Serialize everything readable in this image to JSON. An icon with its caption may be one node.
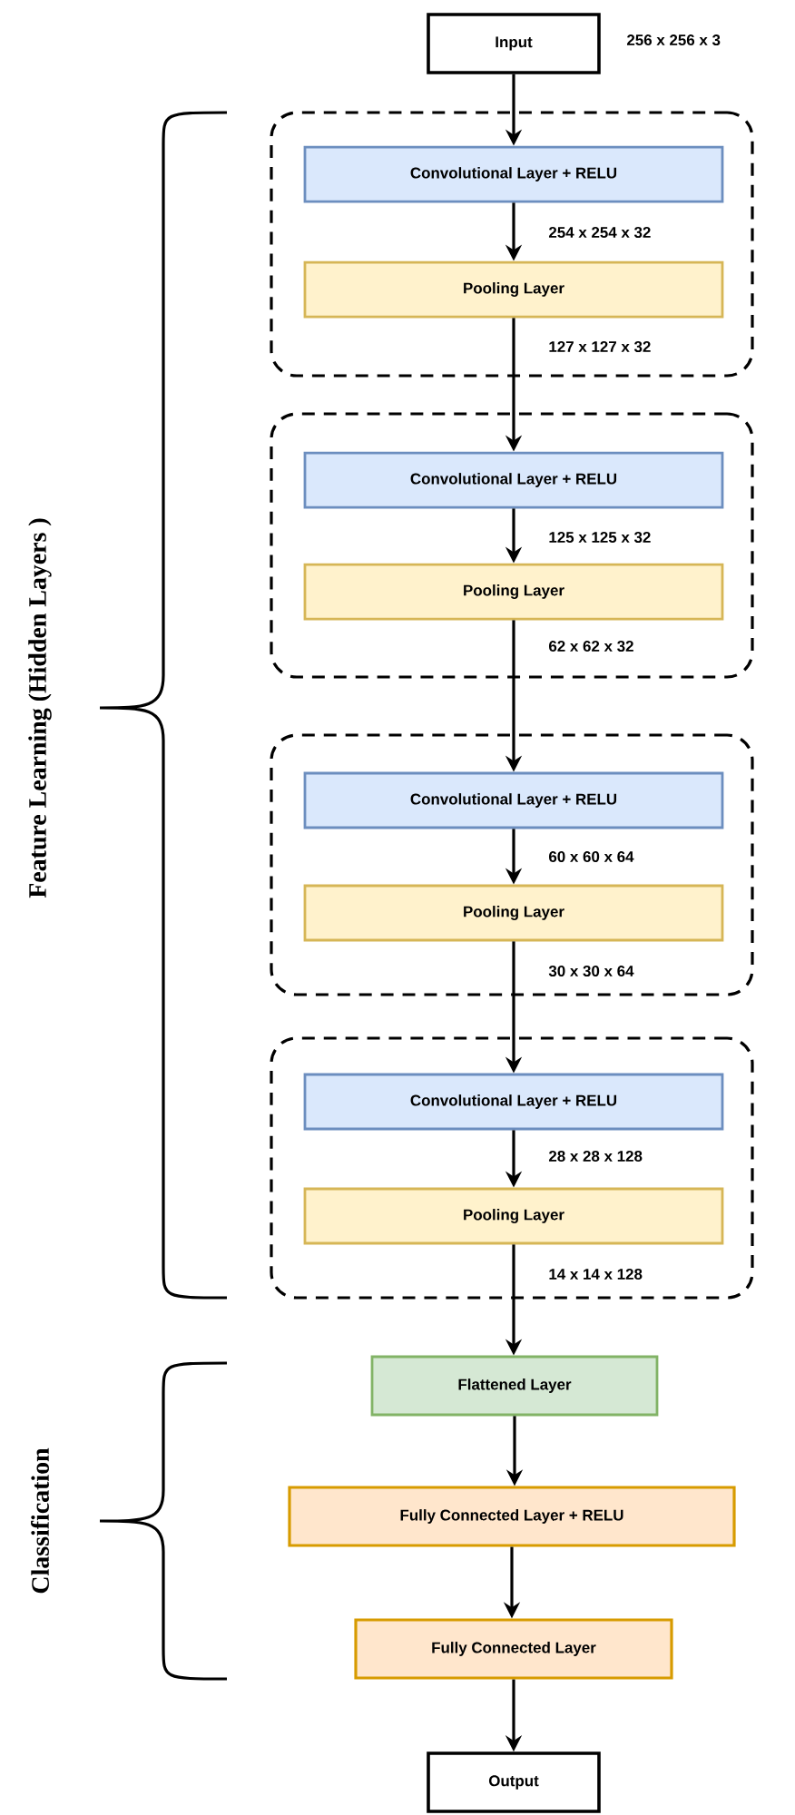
{
  "diagram": {
    "nodes": [
      {
        "text": [
          "Input"
        ],
        "beside": [
          "256 x 256 x 3"
        ]
      },
      {
        "text": [],
        "shape": "box"
      },
      {
        "text": [
          "Convolutional Layer + RELU"
        ],
        "in": 1
      },
      {
        "text": [
          "Pooling Layer"
        ],
        "in": 1
      },
      {
        "text": [],
        "shape": "box"
      },
      {
        "text": [
          "Convolutional Layer + RELU"
        ],
        "in": 4
      },
      {
        "text": [
          "Pooling Layer"
        ],
        "in": 4
      },
      {
        "text": [],
        "shape": "box"
      },
      {
        "text": [
          "Convolutional Layer + RELU"
        ],
        "in": 7
      },
      {
        "text": [
          "Pooling Layer"
        ],
        "in": 7
      },
      {
        "text": [],
        "shape": "box"
      },
      {
        "text": [
          "Convolutional Layer + RELU"
        ],
        "in": 10
      },
      {
        "text": [
          "Pooling Layer"
        ],
        "in": 10
      },
      {
        "text": [
          "Flattened Layer"
        ]
      },
      {
        "text": [
          "Fully Connected Layer + RELU"
        ]
      },
      {
        "text": [
          "Fully Connected Layer"
        ]
      },
      {
        "text": [
          "Output"
        ]
      }
    ],
    "edges": [
      {
        "from": 0,
        "to": 2,
        "arrow": "to"
      },
      {
        "from": 2,
        "to": 3,
        "arrow": "to",
        "label": "254 x 254 x 32"
      },
      {
        "from": 3,
        "to": 5,
        "arrow": "to",
        "label": "127 x 127 x 32"
      },
      {
        "from": 5,
        "to": 6,
        "arrow": "to",
        "label": "125 x 125 x 32"
      },
      {
        "from": 6,
        "to": 8,
        "arrow": "to",
        "label": "62 x 62 x 32"
      },
      {
        "from": 8,
        "to": 9,
        "arrow": "to",
        "label": "60 x 60 x 64"
      },
      {
        "from": 9,
        "to": 11,
        "arrow": "to",
        "label": "30 x 30 x 64"
      },
      {
        "from": 11,
        "to": 12,
        "arrow": "to",
        "label": "28 x 28 x 128"
      },
      {
        "from": 12,
        "to": 13,
        "arrow": "to",
        "label": "14 x 14 x 128"
      },
      {
        "from": 13,
        "to": 14,
        "arrow": "to"
      },
      {
        "from": 14,
        "to": 15,
        "arrow": "to"
      },
      {
        "from": 15,
        "to": 16,
        "arrow": "to"
      }
    ],
    "labels": [
      "Feature Learning (Hidden Layers )",
      "Classification"
    ]
  }
}
